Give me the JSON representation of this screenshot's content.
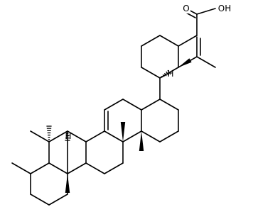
{
  "atom_labels": {
    "carbonyl_oxygen": "O",
    "hydroxyl": "OH",
    "hydrogen_upper": "H",
    "hydrogen_lower": "H"
  },
  "colors": {
    "bond": "#000000",
    "background": "#ffffff"
  }
}
